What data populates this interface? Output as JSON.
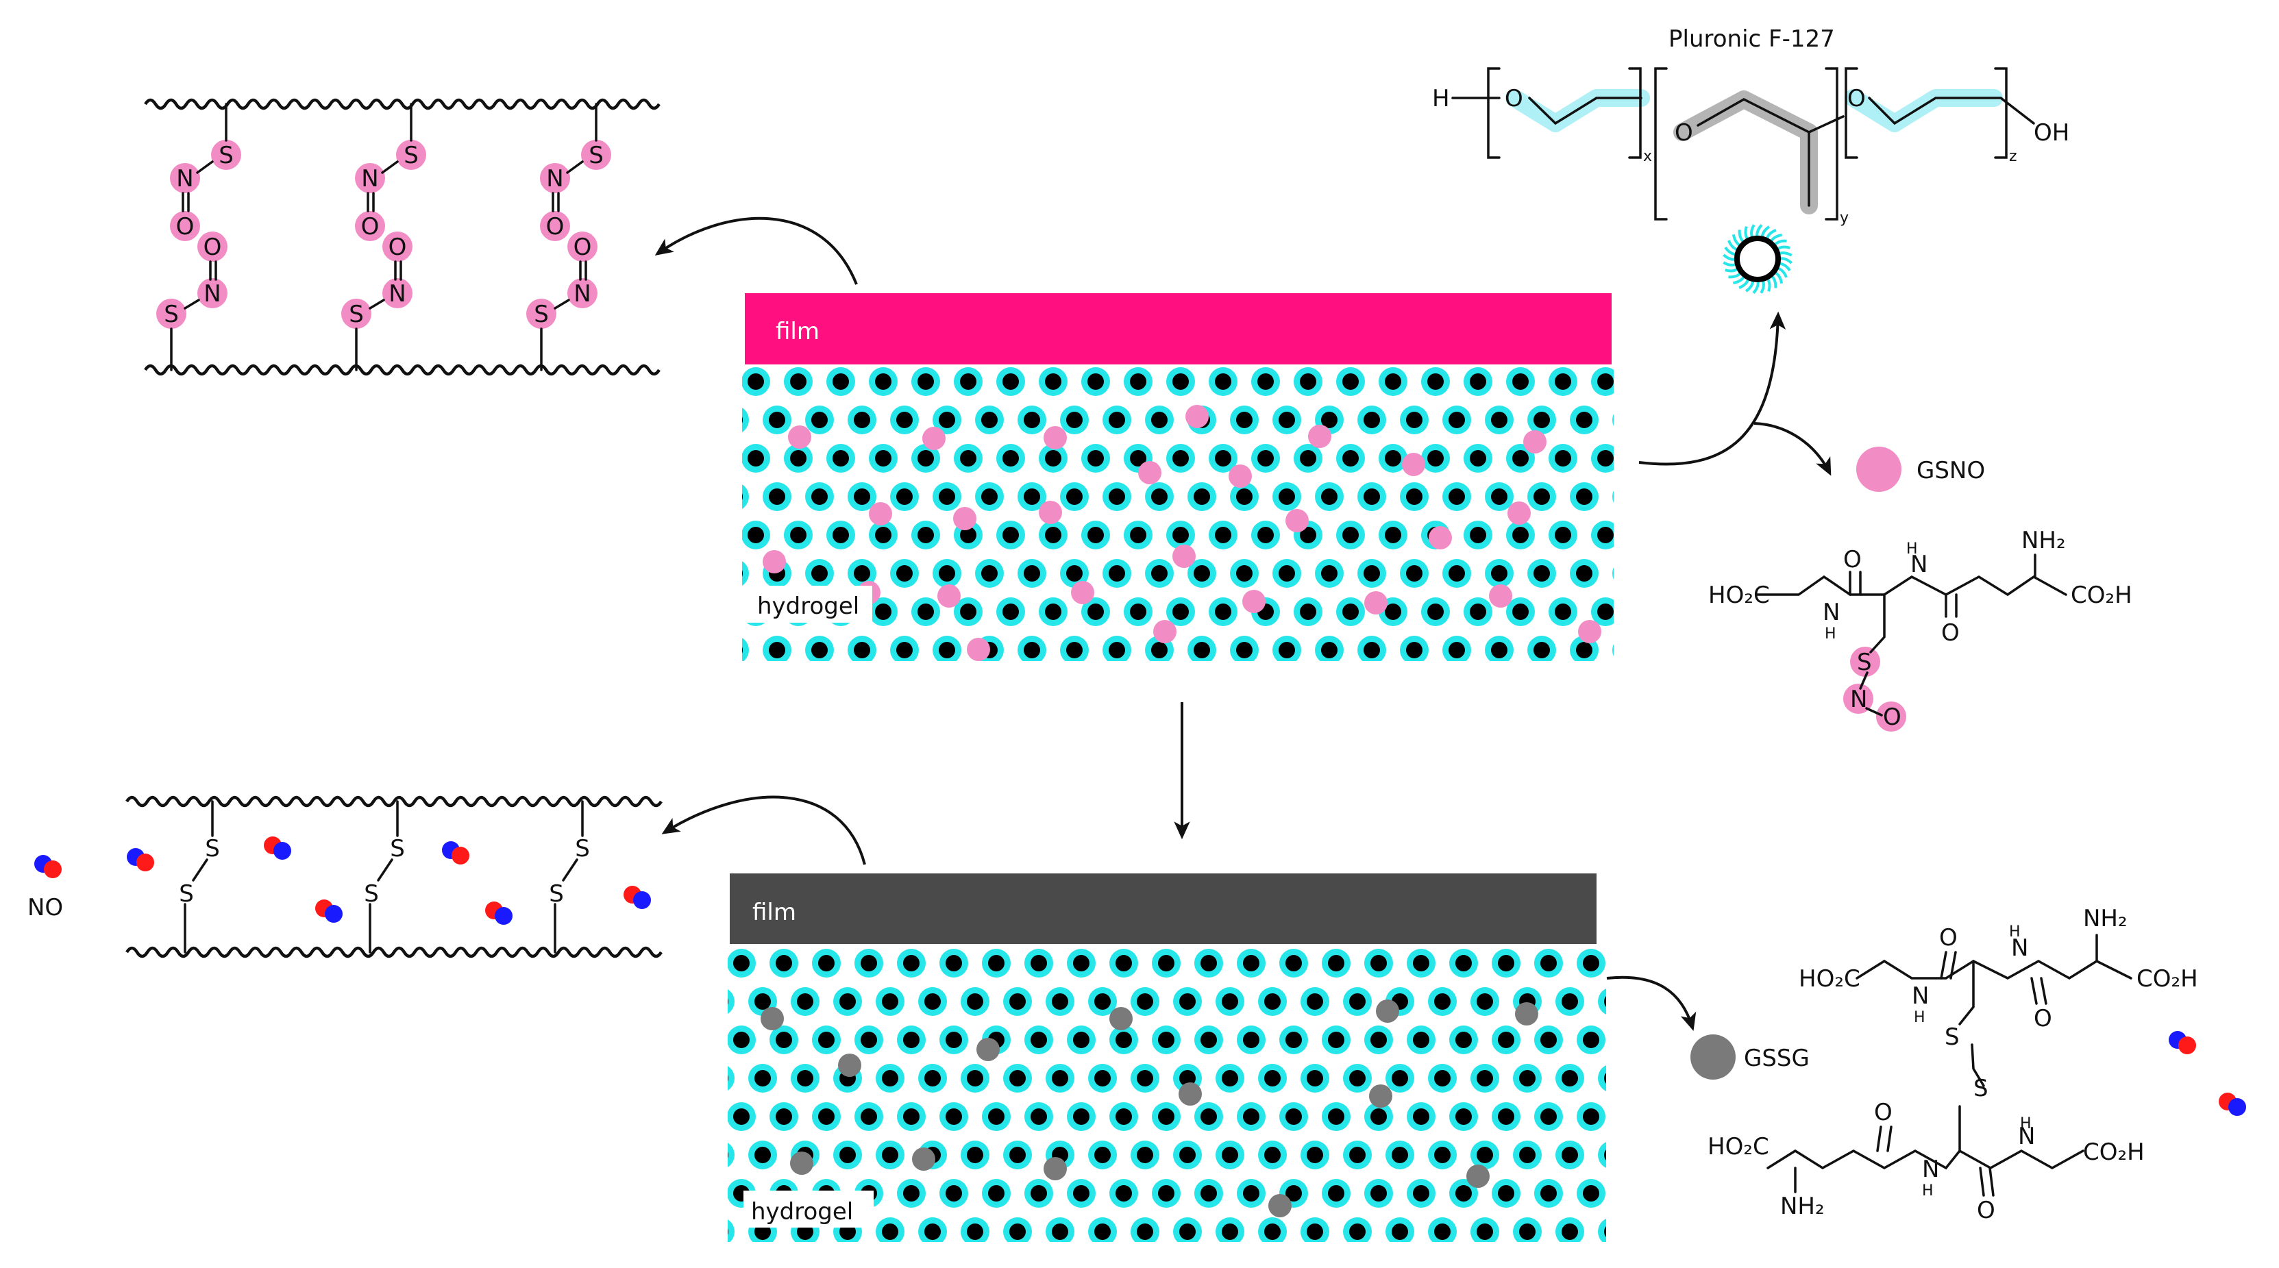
{
  "title": "Pluronic F-127",
  "labels": {
    "film": "film",
    "hydrogel": "hydrogel",
    "gsno": "GSNO",
    "gssg": "GSSG",
    "no": "NO"
  },
  "atoms": {
    "S": "S",
    "N": "N",
    "O": "O",
    "H": "H",
    "OH": "OH",
    "HO2C": "HO₂C",
    "CO2H": "CO₂H",
    "NH2": "NH₂",
    "NH": "H"
  },
  "subscripts": {
    "x": "x",
    "y": "y",
    "z": "z"
  },
  "colors": {
    "film_top": "#ff0f7f",
    "film_bottom": "#4a4a4a",
    "gsno_dot": "#f28cc5",
    "gssg_dot": "#7a7a7a",
    "micelle_shell": "#26e6ea",
    "micelle_core": "#000000",
    "no_red": "#ff1a1a",
    "no_blue": "#1a1aff",
    "peo_highlight": "#aef0f6",
    "ppo_highlight": "#b4b4b4"
  },
  "icons": [
    "micelle-icon",
    "gsno-dot-icon",
    "gssg-dot-icon",
    "no-molecule-icon"
  ]
}
